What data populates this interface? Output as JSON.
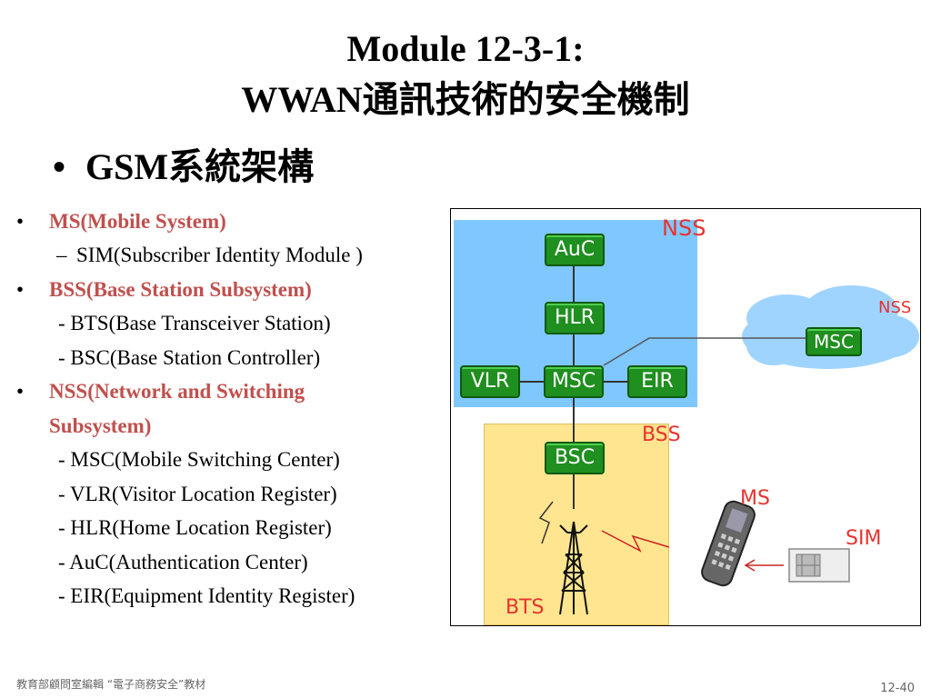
{
  "slide": {
    "title_line1": "Module 12-3-1:",
    "title_line2": "WWAN通訊技術的安全機制",
    "heading": "GSM系統架構",
    "bullet_char": "•",
    "outline": [
      {
        "text": "MS(Mobile System)",
        "style": "red",
        "bullet": "•"
      },
      {
        "text": "SIM(Subscriber Identity Module )",
        "style": "normal",
        "bullet": "–"
      },
      {
        "text": "BSS(Base Station Subsystem)",
        "style": "red",
        "bullet": "•"
      },
      {
        "text": "- BTS(Base Transceiver Station)",
        "style": "normal",
        "bullet": ""
      },
      {
        "text": "- BSC(Base Station Controller)",
        "style": "normal",
        "bullet": ""
      },
      {
        "text": "NSS(Network and Switching",
        "style": "red",
        "bullet": "•"
      },
      {
        "text": "Subsystem)",
        "style": "red",
        "bullet": ""
      },
      {
        "text": "- MSC(Mobile Switching Center)",
        "style": "normal",
        "bullet": ""
      },
      {
        "text": "- VLR(Visitor Location Register)",
        "style": "normal",
        "bullet": ""
      },
      {
        "text": "- HLR(Home Location Register)",
        "style": "normal",
        "bullet": ""
      },
      {
        "text": "- AuC(Authentication Center)",
        "style": "normal",
        "bullet": ""
      },
      {
        "text": "- EIR(Equipment Identity Register)",
        "style": "normal",
        "bullet": ""
      }
    ],
    "footer_left": "教育部顧問室編輯 “電子商務安全”教材",
    "page_number": "12-40"
  },
  "diagram": {
    "nodes": {
      "auc": "AuC",
      "hlr": "HLR",
      "vlr": "VLR",
      "msc": "MSC",
      "eir": "EIR",
      "bsc": "BSC",
      "msc_remote": "MSC"
    },
    "labels": {
      "nss_main": "NSS",
      "nss_cloud": "NSS",
      "bss": "BSS",
      "ms": "MS",
      "sim": "SIM",
      "bts": "BTS"
    },
    "colors": {
      "nss_zone": "#7fc7ff",
      "bss_zone": "#ffe58f",
      "node_green": "#1f8f1f",
      "label_red": "#e8322f",
      "outline_red": "#c0504d"
    }
  }
}
